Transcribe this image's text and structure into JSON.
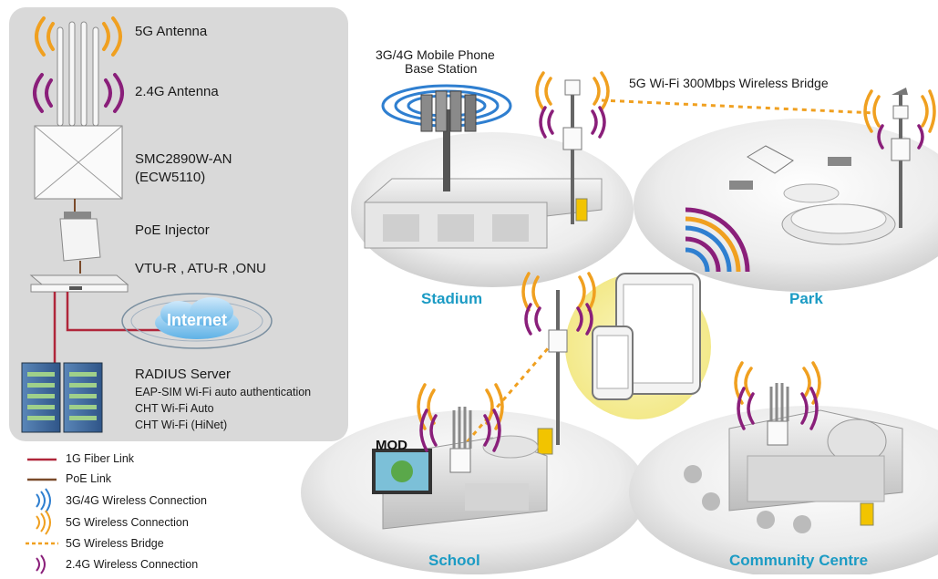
{
  "panel": {
    "items": [
      {
        "label": "5G Antenna"
      },
      {
        "label": "2.4G Antenna"
      },
      {
        "label": "SMC2890W-AN"
      },
      {
        "label": "(ECW5110)"
      },
      {
        "label": "PoE Injector"
      },
      {
        "label": "VTU-R , ATU-R ,ONU"
      },
      {
        "label": "Internet"
      },
      {
        "label": "RADIUS Server"
      },
      {
        "label": "EAP-SIM Wi-Fi auto authentication"
      },
      {
        "label": "CHT Wi-Fi Auto"
      },
      {
        "label": "CHT Wi-Fi (HiNet)"
      }
    ]
  },
  "legend": [
    {
      "label": "1G Fiber Link",
      "color": "#b0263a"
    },
    {
      "label": "PoE Link",
      "color": "#7a4a2a"
    },
    {
      "label": "3G/4G Wireless Connection",
      "color": "#2f7fd0"
    },
    {
      "label": "5G Wireless Connection",
      "color": "#f0a020"
    },
    {
      "label": "5G Wireless Bridge",
      "color": "#f0a020"
    },
    {
      "label": "2.4G Wireless Connection",
      "color": "#8a1f7a"
    }
  ],
  "scene": {
    "base_station": [
      "3G/4G Mobile Phone",
      "Base Station"
    ],
    "bridge_label": "5G Wi-Fi 300Mbps Wireless Bridge",
    "mod_label": "MOD",
    "sites": [
      "Stadium",
      "Park",
      "School",
      "Community Centre"
    ]
  },
  "colors": {
    "panel_bg": "#d9d9d9",
    "accent_blue": "#1b9bc4",
    "wifi_5g": "#f0a020",
    "wifi_24g": "#8a1f7a",
    "cell_wave": "#2f7fd0",
    "device_glow": "#f6ee9a"
  }
}
